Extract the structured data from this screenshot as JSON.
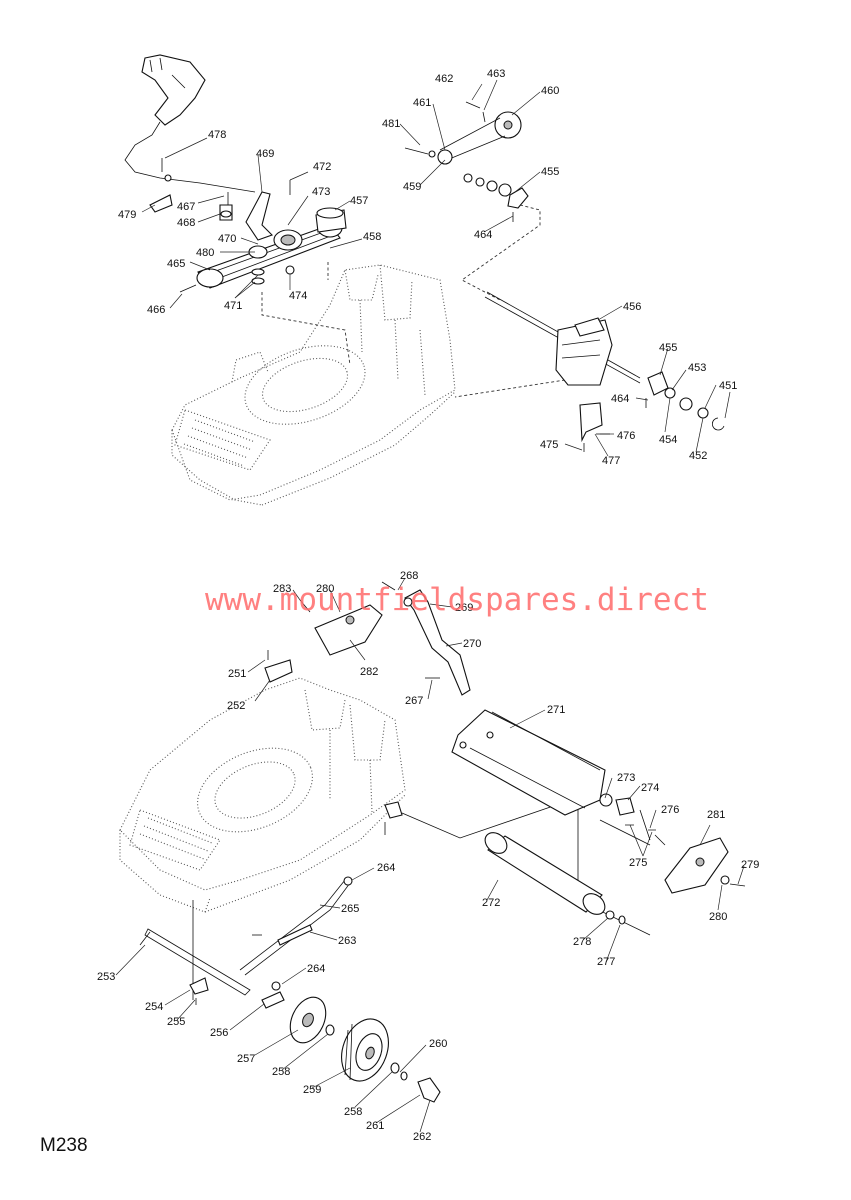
{
  "watermark": "www.mountfieldspares.direct",
  "diagram_code": "M238",
  "labels": {
    "p451": "451",
    "p452": "452",
    "p453": "453",
    "p454": "454",
    "p455a": "455",
    "p455b": "455",
    "p456": "456",
    "p457": "457",
    "p458": "458",
    "p459": "459",
    "p460": "460",
    "p461": "461",
    "p462": "462",
    "p463": "463",
    "p464a": "464",
    "p464b": "464",
    "p465": "465",
    "p466": "466",
    "p467": "467",
    "p468": "468",
    "p469": "469",
    "p470": "470",
    "p471": "471",
    "p472": "472",
    "p473": "473",
    "p474": "474",
    "p475": "475",
    "p476": "476",
    "p477": "477",
    "p478": "478",
    "p479": "479",
    "p480": "480",
    "p481": "481",
    "p251": "251",
    "p252": "252",
    "p253": "253",
    "p254": "254",
    "p255": "255",
    "p256": "256",
    "p257": "257",
    "p258a": "258",
    "p258b": "258",
    "p259": "259",
    "p260": "260",
    "p261": "261",
    "p262": "262",
    "p263": "263",
    "p264a": "264",
    "p264b": "264",
    "p265": "265",
    "p267": "267",
    "p268": "268",
    "p269": "269",
    "p270": "270",
    "p271": "271",
    "p272": "272",
    "p273": "273",
    "p274": "274",
    "p275": "275",
    "p276": "276",
    "p277": "277",
    "p278": "278",
    "p279": "279",
    "p280a": "280",
    "p280b": "280",
    "p281": "281",
    "p282": "282",
    "p283": "283"
  }
}
